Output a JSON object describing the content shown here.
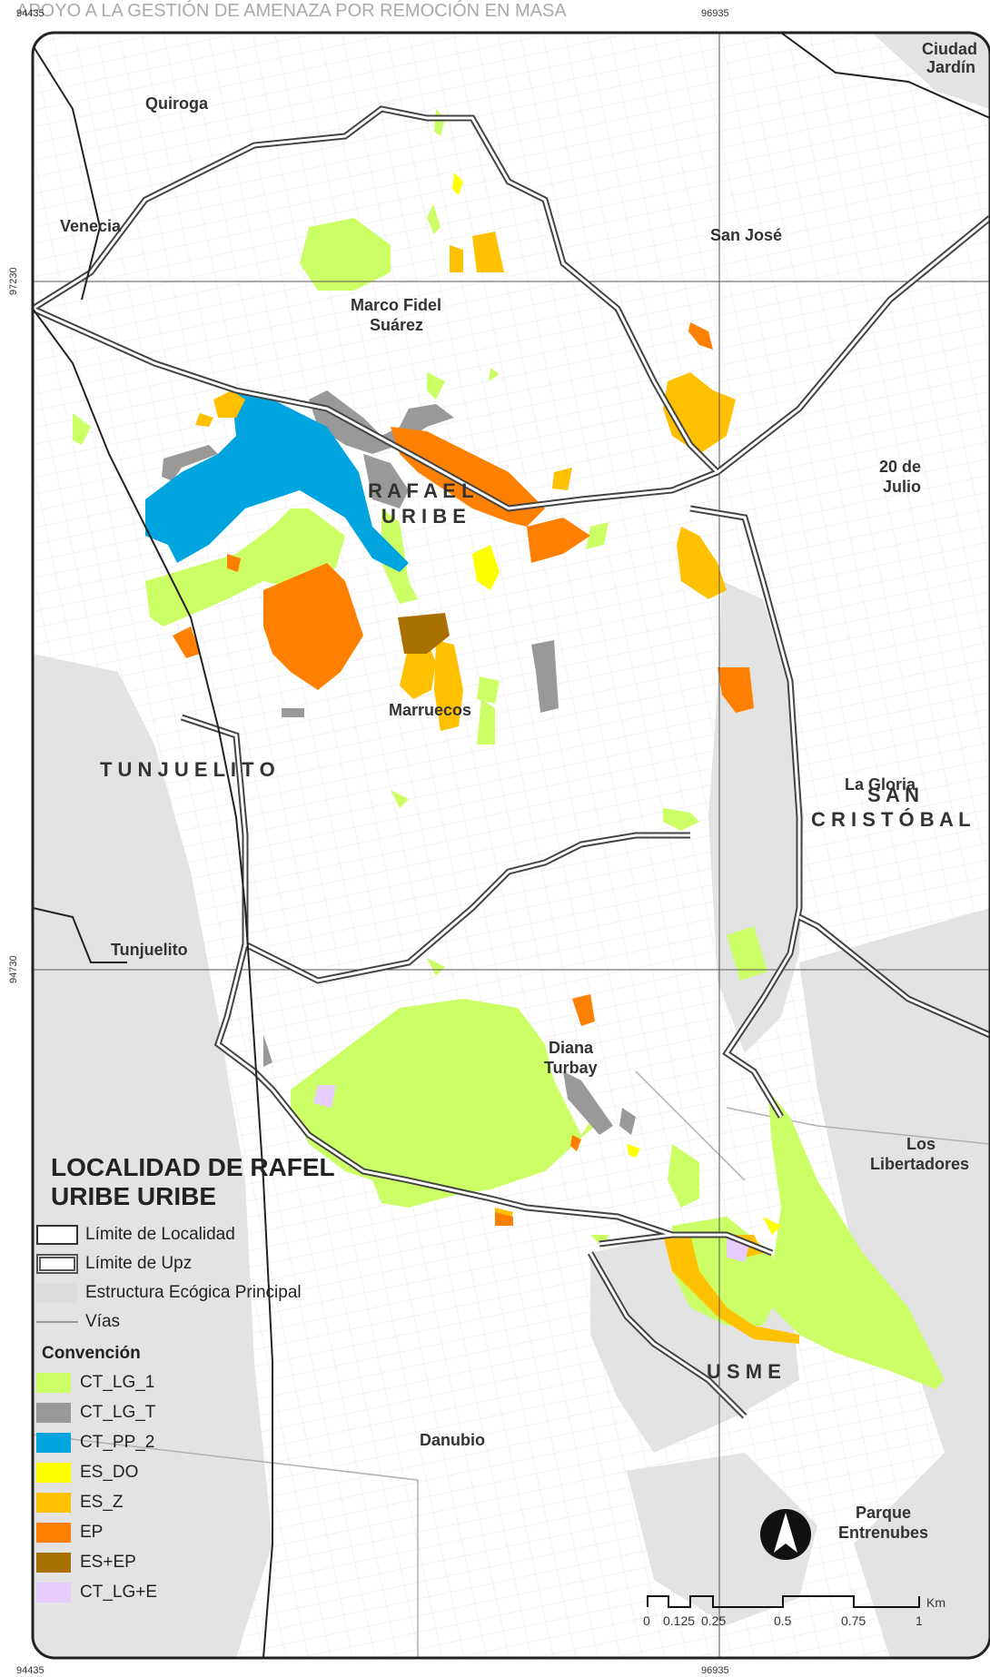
{
  "header_text": "APOYO A LA GESTIÓN DE AMENAZA POR REMOCIÓN EN MASA",
  "coordinates": {
    "top_left": "94435",
    "top_mid": "96935",
    "bottom_left": "94435",
    "bottom_mid": "96935",
    "left_upper": "97230",
    "left_lower": "94730"
  },
  "place_labels": {
    "quiroga": "Quiroga",
    "ciudad_jardin": [
      "Ciudad",
      "Jardín"
    ],
    "venecia": "Venecia",
    "san_jose": "San José",
    "marco_fidel": [
      "Marco Fidel",
      "Suárez"
    ],
    "veinte_julio": [
      "20 de",
      "Julio"
    ],
    "rafael_uribe": [
      "R A F A E L",
      "U R I B E"
    ],
    "marruecos": "Marruecos",
    "tunjuelito_localidad": "T U N J U E L I T O",
    "la_gloria": "La Gloria",
    "san_cristobal": [
      "S A N",
      "C R I S T Ó B A L"
    ],
    "tunjuelito_upz": "Tunjuelito",
    "diana_turbay": [
      "Diana",
      "Turbay"
    ],
    "los_libertadores": [
      "Los",
      "Libertadores"
    ],
    "usme": "U S M E",
    "danubio": "Danubio",
    "parque_entrenubes": [
      "Parque",
      "Entrenubes"
    ]
  },
  "legend": {
    "title_line1": "LOCALIDAD DE RAFEL",
    "title_line2": "URIBE URIBE",
    "items": [
      {
        "label": "Límite de Localidad"
      },
      {
        "label": "Límite de Upz"
      },
      {
        "label": "Estructura Ecógica Principal"
      },
      {
        "label": "Vías"
      }
    ],
    "convention_title": "Convención",
    "classes": [
      {
        "label": "CT_LG_1",
        "color": "#ccff66"
      },
      {
        "label": "CT_LG_T",
        "color": "#999999"
      },
      {
        "label": "CT_PP_2",
        "color": "#00a5e0"
      },
      {
        "label": "ES_DO",
        "color": "#ffff00"
      },
      {
        "label": "ES_Z",
        "color": "#ffc000"
      },
      {
        "label": "EP",
        "color": "#ff8000"
      },
      {
        "label": "ES+EP",
        "color": "#a87000"
      },
      {
        "label": "CT_LG+E",
        "color": "#e6ccff"
      }
    ]
  },
  "scale_bar": {
    "ticks": [
      "0",
      "0.125",
      "0.25",
      "0.5",
      "0.75",
      "1"
    ],
    "unit": "Km"
  },
  "north_arrow": "north-arrow"
}
